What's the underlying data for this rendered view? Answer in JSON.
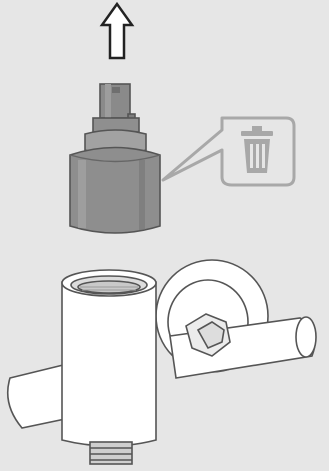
{
  "diagram": {
    "background": "#e6e6e6",
    "steps": [
      {
        "icon": "arrow-up-icon",
        "meaning": "lift out"
      },
      {
        "icon": "trash-bin-icon",
        "meaning": "discard"
      }
    ],
    "parts": [
      "cartridge",
      "faucet-body"
    ],
    "colors": {
      "outline": "#555555",
      "cartridge_dark": "#8a8a8a",
      "cartridge_light": "#b5b5b5",
      "callout": "#a8a8a8",
      "body_fill": "#ffffff"
    }
  }
}
